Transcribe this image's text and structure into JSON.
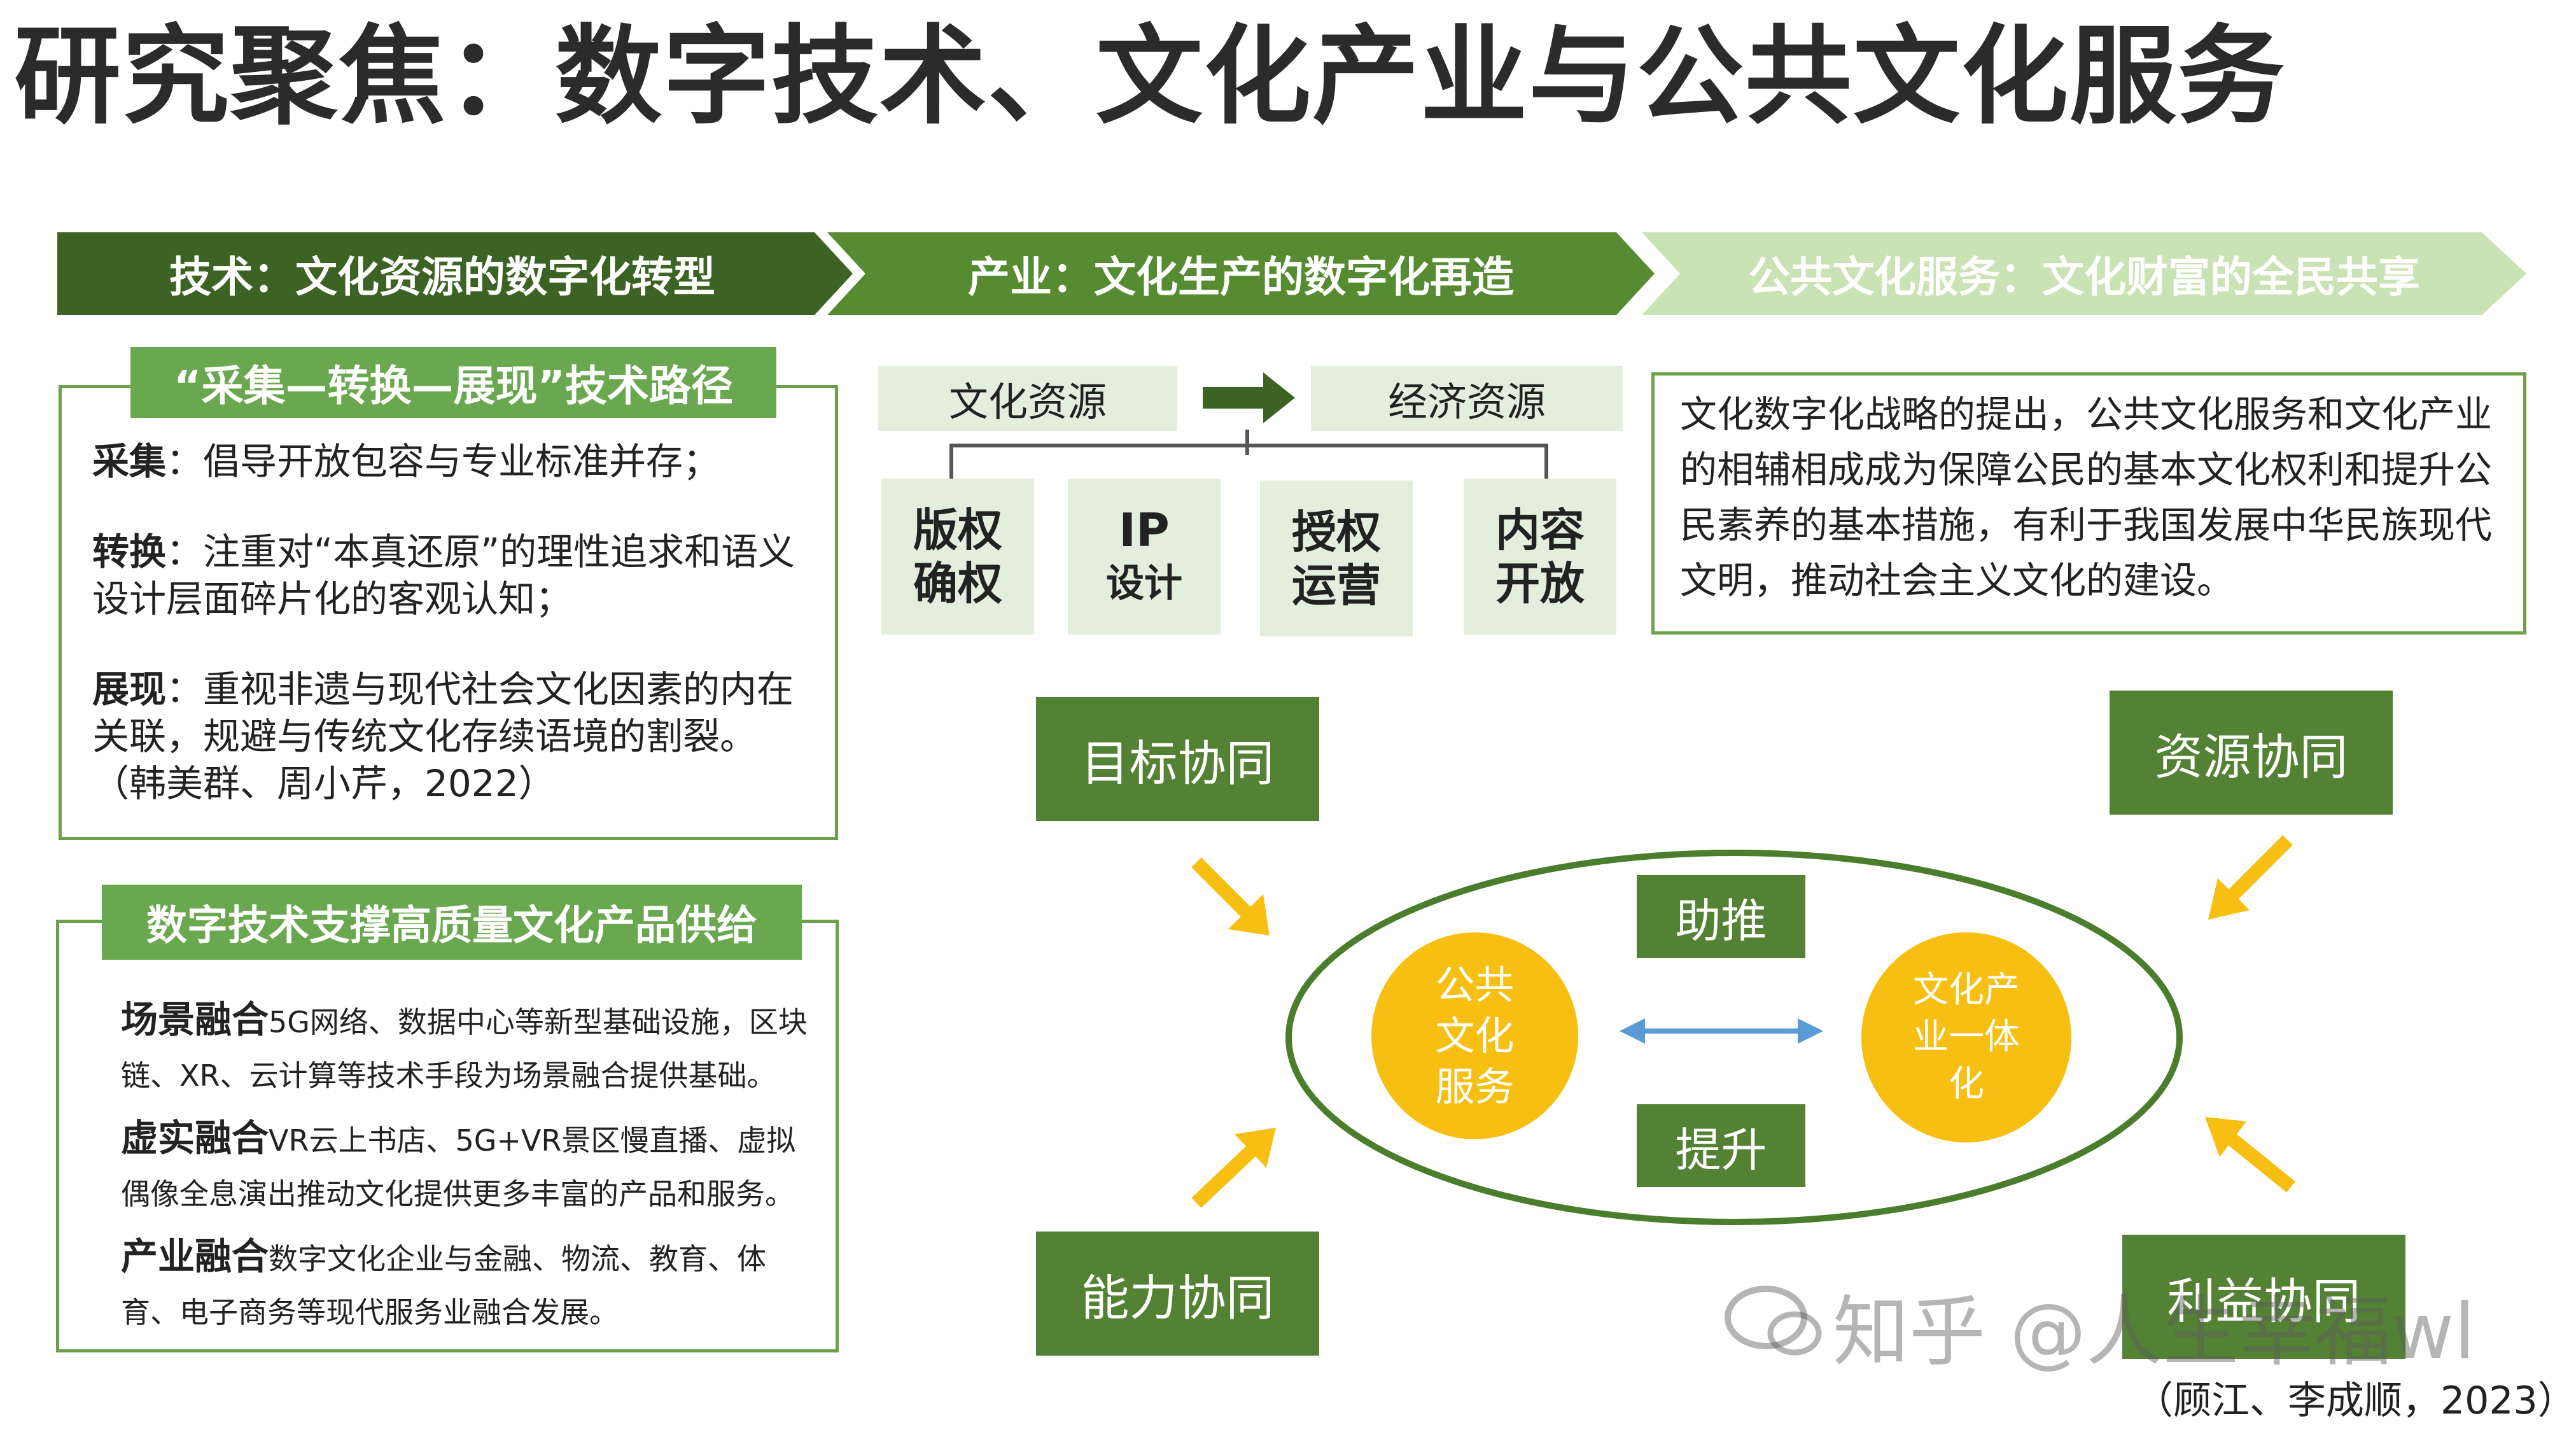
{
  "title": "研究聚焦：数字技术、文化产业与公共文化服务",
  "banner": {
    "tech": "技术：文化资源的数字化转型",
    "industry": "产业：文化生产的数字化再造",
    "public": "公共文化服务：文化财富的全民共享"
  },
  "path_panel": {
    "tag": "“采集—转换—展现”技术路径",
    "items": [
      {
        "head": "采集",
        "text": "：倡导开放包容与专业标准并存；"
      },
      {
        "head": "转换",
        "text": "：注重对“本真还原”的理性追求和语义设计层面碎片化的客观认知；"
      },
      {
        "head": "展现",
        "text": "：重视非遗与现代社会文化因素的内在关联，规避与传统文化存续语境的割裂。"
      }
    ],
    "citation": "（韩美群、周小芹，2022）"
  },
  "support_panel": {
    "tag": "数字技术支撑高质量文化产品供给",
    "items": [
      {
        "head": "场景融合",
        "text": "5G网络、数据中心等新型基础设施，区块链、XR、云计算等技术手段为场景融合提供基础。"
      },
      {
        "head": "虚实融合",
        "text": "VR云上书店、5G+VR景区慢直播、虚拟偶像全息演出推动文化提供更多丰富的产品和服务。"
      },
      {
        "head": "产业融合",
        "text": "数字文化企业与金融、物流、教育、体育、电子商务等现代服务业融合发展。"
      }
    ]
  },
  "industry": {
    "from": "文化资源",
    "to": "经济资源",
    "boxes": [
      {
        "l1": "版权",
        "l2": "确权"
      },
      {
        "l1": "IP",
        "l2": "设计"
      },
      {
        "l1": "授权",
        "l2": "运营"
      },
      {
        "l1": "内容",
        "l2": "开放"
      }
    ]
  },
  "public_text": "文化数字化战略的提出，公共文化服务和文化产业的相辅相成成为保障公民的基本文化权利和提升公民素养的基本措施，有利于我国发展中华民族现代文明，推动社会主义文化的建设。",
  "synergy": {
    "goal": "目标协同",
    "resource": "资源协同",
    "ability": "能力协同",
    "benefit": "利益协同",
    "push": "助推",
    "lift": "提升",
    "left_circle": "公共文化服务",
    "right_circle": "文化产业一体化"
  },
  "watermark": "知乎 @人生幸福wl",
  "citation2": "（顾江、李成顺，2023）",
  "colors": {
    "dark_green": "#3d6324",
    "mid_green": "#568b32",
    "light_green": "#c9e3b5",
    "accent_yellow": "#f6bf11",
    "arrow_blue": "#5b9bd5"
  }
}
